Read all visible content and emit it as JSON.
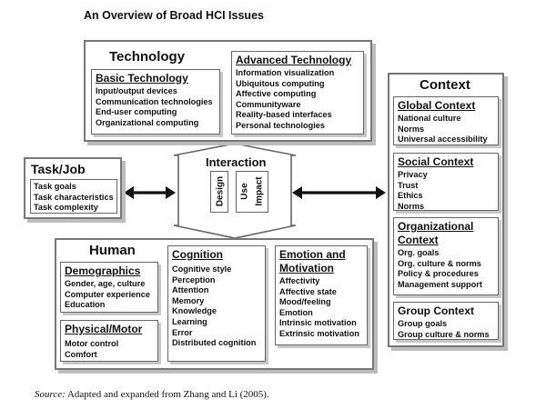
{
  "title": "An Overview of Broad HCI Issues",
  "technology": {
    "title": "Technology",
    "basic": {
      "title": "Basic Technology",
      "items": [
        "Input/output devices",
        "Communication technologies",
        "End-user computing",
        "Organizational computing"
      ]
    },
    "advanced": {
      "title": "Advanced Technology",
      "items": [
        "Information visualization",
        "Ubiquitous computing",
        "Affective computing",
        "Communityware",
        "Reality-based interfaces",
        "Personal technologies"
      ]
    }
  },
  "task": {
    "title": "Task/Job",
    "items": [
      "Task goals",
      "Task characteristics",
      "Task complexity"
    ]
  },
  "interaction": {
    "title": "Interaction",
    "labels": [
      "Design",
      "Use",
      "Impact"
    ]
  },
  "context": {
    "title": "Context",
    "global": {
      "title": "Global Context",
      "items": [
        "National culture",
        "Norms",
        "Universal accessibility"
      ]
    },
    "social": {
      "title": "Social Context",
      "items": [
        "Privacy",
        "Trust",
        "Ethics",
        "Norms"
      ]
    },
    "organizational": {
      "title_line1": "Organizational",
      "title_line2": "Context",
      "items": [
        "Org. goals",
        "Org. culture & norms",
        "Policy & procedures",
        "Management support"
      ]
    },
    "group": {
      "title": "Group Context",
      "items": [
        "Group goals",
        "Group culture & norms"
      ]
    }
  },
  "human": {
    "title": "Human",
    "demographics": {
      "title": "Demographics",
      "items": [
        "Gender, age, culture",
        "Computer experience",
        "Education"
      ]
    },
    "physical": {
      "title": "Physical/Motor",
      "items": [
        "Motor control",
        "Comfort"
      ]
    },
    "cognition": {
      "title": "Cognition",
      "items": [
        "Cognitive style",
        "Perception",
        "Attention",
        "Memory",
        "Knowledge",
        "Learning",
        "Error",
        "Distributed cognition"
      ]
    },
    "emotion": {
      "title_line1": "Emotion and",
      "title_line2": "Motivation",
      "items": [
        "Affectivity",
        "Affective state",
        "Mood/feeling",
        "Emotion",
        "Intrinsic motivation",
        "Extrinsic motivation"
      ]
    }
  },
  "source": {
    "label": "Source:",
    "text": " Adapted and expanded from Zhang and Li (2005)."
  }
}
